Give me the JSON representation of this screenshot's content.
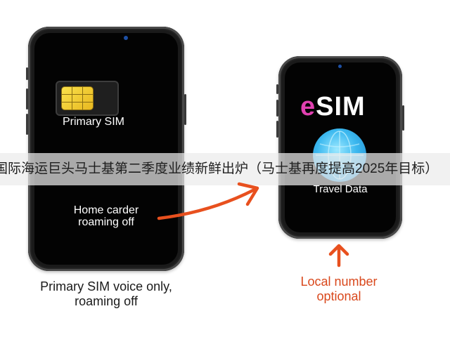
{
  "left_phone": {
    "sim_label": "Primary SIM",
    "roaming_line1": "Home carder",
    "roaming_line2": "roaming off"
  },
  "right_phone": {
    "esim_prefix": "e",
    "esim_suffix": "SIM",
    "travel_label": "Travel Data"
  },
  "banner": {
    "text": "国际海运巨头马士基第二季度业绩新鲜出炉（马士基再度提高2025年目标）"
  },
  "captions": {
    "left_line1": "Primary SIM voice only,",
    "left_line2": "roaming off",
    "right_line1": "Local number",
    "right_line2": "optional"
  },
  "colors": {
    "accent_arrow": "#e8501e",
    "esim_e": "#e040b0",
    "caption_orange": "#d9481c",
    "chip_gold": "#f2c62e",
    "globe_blue": "#3bb8ef"
  },
  "icons": [
    "sim-card-icon",
    "globe-icon",
    "arrow-right-icon",
    "arrow-up-icon"
  ]
}
